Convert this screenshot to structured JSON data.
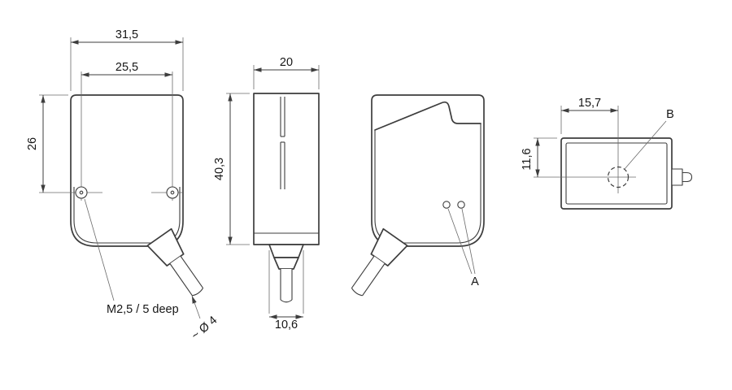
{
  "front_view": {
    "dim_overall_width": "31,5",
    "dim_hole_spacing": "25,5",
    "dim_hole_offset": "26",
    "thread_note": "M2,5 / 5 deep",
    "cable_diameter_note": "~ Ø 4"
  },
  "side_view": {
    "dim_depth": "20",
    "dim_height": "40,3",
    "dim_gland_width": "10,6"
  },
  "rear_view": {
    "led_label": "A"
  },
  "top_view": {
    "dim_hole_x": "15,7",
    "dim_hole_y": "11,6",
    "hole_label": "B"
  }
}
